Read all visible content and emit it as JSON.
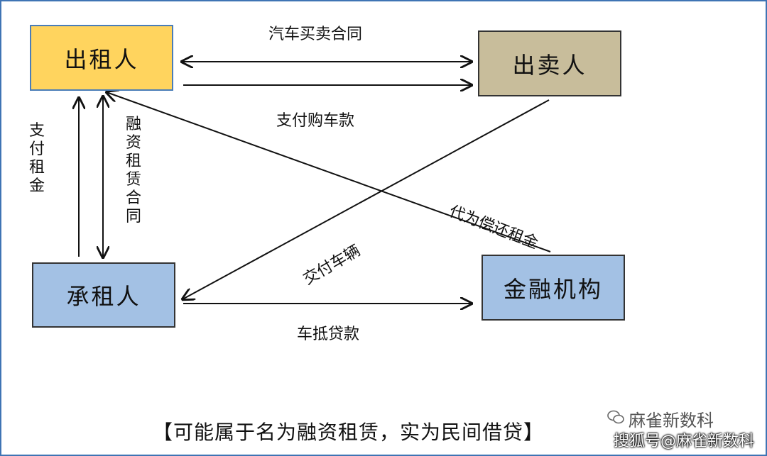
{
  "nodes": {
    "lessor": "出租人",
    "seller": "出卖人",
    "lessee": "承租人",
    "finance": "金融机构"
  },
  "edges": {
    "car_sale_contract": "汽车买卖合同",
    "pay_car_price": "支付购车款",
    "pay_rent": "支付租金",
    "finance_lease_contract": "融资租赁合同",
    "repay_rent_on_behalf": "代为偿还租金",
    "deliver_vehicle": "交付车辆",
    "car_mortgage_loan": "车抵贷款"
  },
  "footer": "【可能属于名为融资租赁，实为民间借贷】",
  "watermark": {
    "account": "麻雀新数科",
    "source": "搜狐号@麻雀新数科"
  },
  "colors": {
    "lessor_fill": "#ffd45e",
    "seller_fill": "#c8bd9b",
    "lessee_fill": "#a3c1e4",
    "finance_fill": "#a3c1e4",
    "frame": "#3f74b4"
  }
}
